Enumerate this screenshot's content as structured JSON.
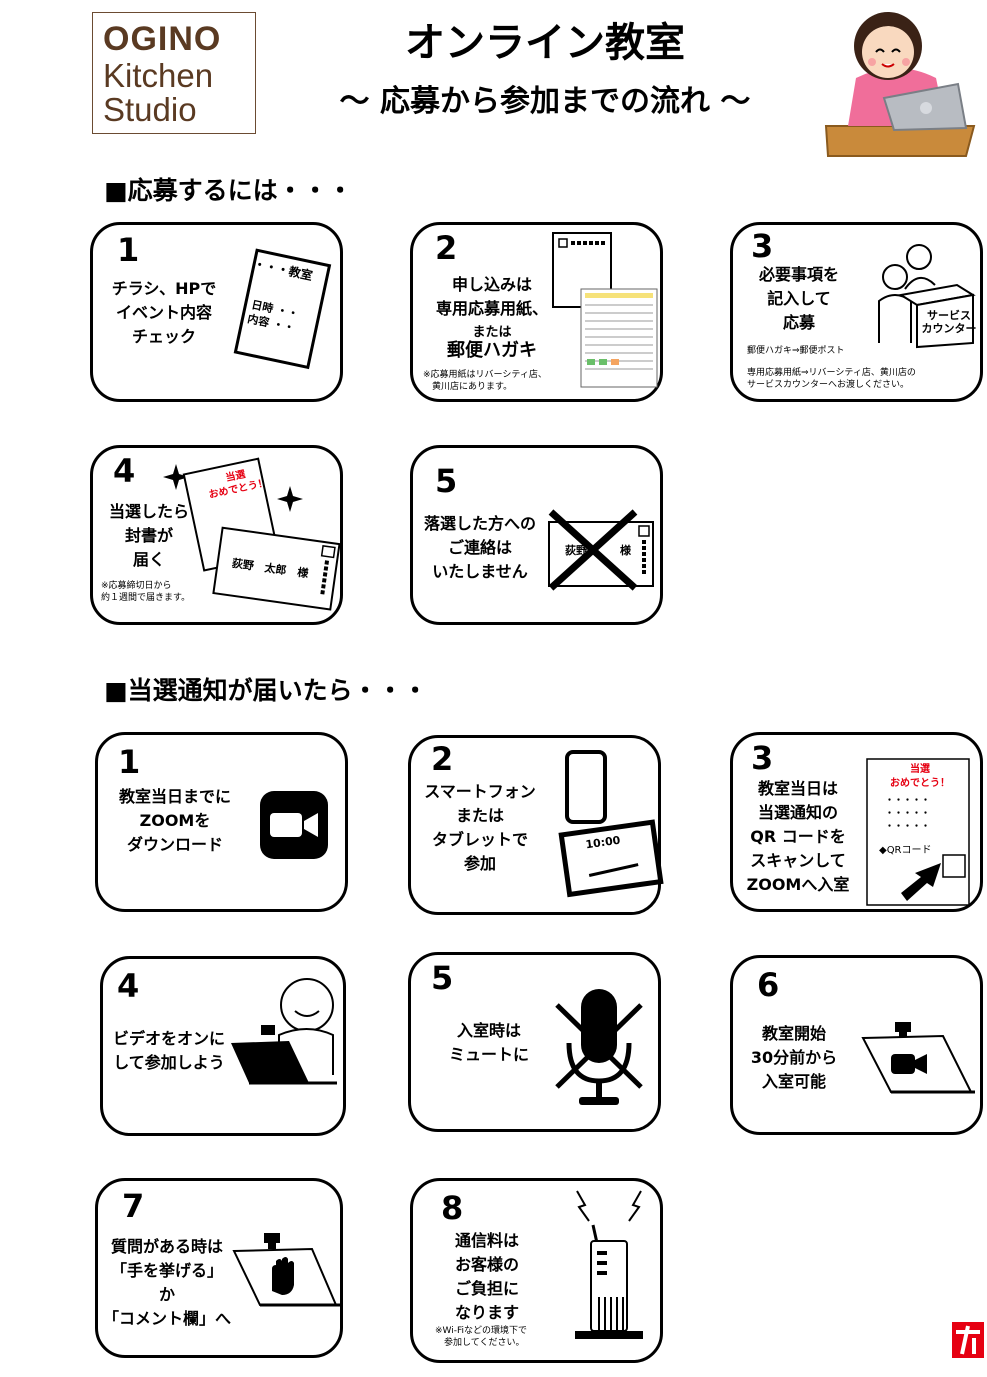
{
  "header": {
    "logo_line1": "OGINO",
    "logo_line2": "Kitchen",
    "logo_line3": "Studio",
    "title": "オンライン教室",
    "subtitle": "～ 応募から参加までの流れ ～"
  },
  "apply": {
    "heading": "■応募するには・・・",
    "card1": {
      "num": "1",
      "text": "チラシ、HPで\nイベント内容\nチェック",
      "flyer_title": "・・・教室",
      "flyer_row1": "日時 ・・",
      "flyer_row2": "内容 ・・"
    },
    "card2": {
      "num": "2",
      "text_line1": "申し込みは",
      "text_line2": "専用応募用紙、",
      "text_line3": "または",
      "text_line4": "郵便ハガキ",
      "note": "※応募用紙はリバーシティ店、\n　黄川店にあります。"
    },
    "card3": {
      "num": "3",
      "text": "必要事項を\n記入して\n応募",
      "counter_label": "サービス\nカウンター",
      "note1": "郵便ハガキ⇒郵便ポスト",
      "note2": "専用応募用紙⇒リバーシティ店、黄川店の\nサービスカウンターへお渡しください。"
    },
    "card4": {
      "num": "4",
      "text": "当選したら\n封書が\n届く",
      "letter_red": "当選\nおめでとう！",
      "envelope_name": "荻野　太郎　様",
      "note": "※応募締切日から\n 約１週間で届きます。"
    },
    "card5": {
      "num": "5",
      "text": "落選した方への\nご連絡は\nいたしません",
      "envelope_name": "荻野　　　様"
    }
  },
  "winner": {
    "heading": "■当選通知が届いたら・・・",
    "card1": {
      "num": "1",
      "text": "教室当日までに\nZOOMを\nダウンロード"
    },
    "card2": {
      "num": "2",
      "text": "スマートフォン\nまたは\nタブレットで\n参加",
      "tablet_time": "10:00"
    },
    "card3": {
      "num": "3",
      "text": "教室当日は\n当選通知の\nQR コードを\nスキャンして\nZOOMへ入室",
      "notice_red": "当選\nおめでとう！",
      "notice_dots": "・・・・・\n・・・・・\n・・・・・",
      "qr_label": "◆QRコード"
    },
    "card4": {
      "num": "4",
      "text": "ビデオをオンに\nして参加しよう"
    },
    "card5": {
      "num": "5",
      "text": "入室時は\nミュートに"
    },
    "card6": {
      "num": "6",
      "text": "教室開始\n30分前から\n入室可能"
    },
    "card7": {
      "num": "7",
      "text": "質問がある時は\n「手を挙げる」\nか\n「コメント欄」へ"
    },
    "card8": {
      "num": "8",
      "text": "通信料は\nお客様の\nご負担に\nなります",
      "note": "※Wi-Fiなどの環境下で\n　参加してください。"
    }
  },
  "colors": {
    "accent_red": "#e60012",
    "logo_brown": "#5a3a22",
    "skin": "#f9d9bf",
    "shirt": "#f06e9a",
    "desk": "#c98a3b"
  }
}
